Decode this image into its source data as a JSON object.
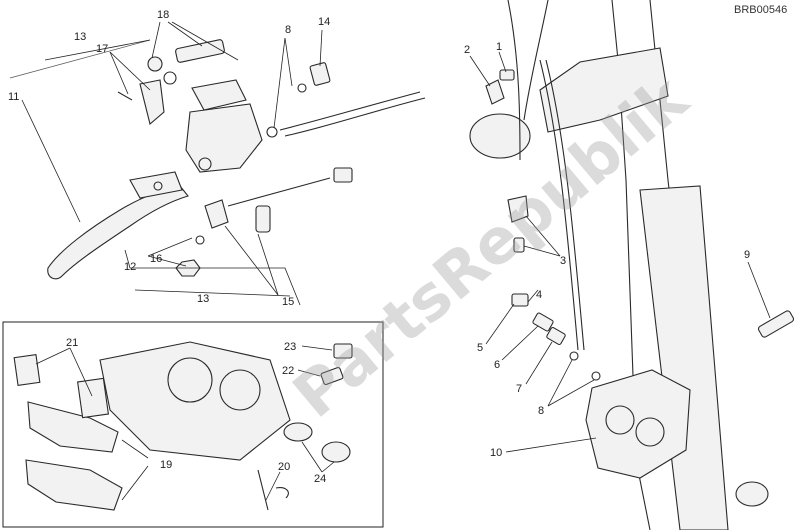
{
  "diagram": {
    "code": "BRB00546",
    "watermark": "PartsRepublik",
    "callouts": [
      "1",
      "2",
      "3",
      "4",
      "5",
      "6",
      "7",
      "8",
      "8",
      "9",
      "10",
      "11",
      "12",
      "13",
      "13",
      "14",
      "15",
      "16",
      "17",
      "18",
      "19",
      "20",
      "21",
      "22",
      "23",
      "24"
    ]
  }
}
